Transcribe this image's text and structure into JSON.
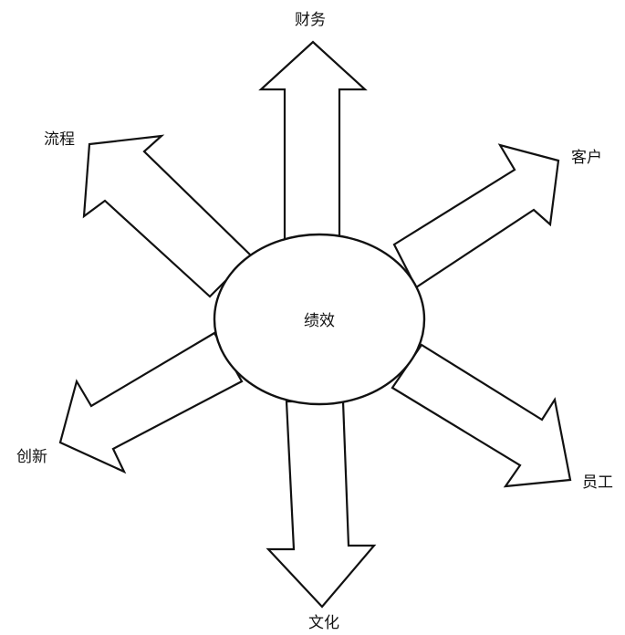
{
  "diagram": {
    "center_label": "绩效",
    "nodes": {
      "finance": "财务",
      "customer": "客户",
      "process": "流程",
      "innovation": "创新",
      "employee": "员工",
      "culture": "文化"
    },
    "colors": {
      "stroke": "#111111",
      "fill": "#ffffff"
    }
  }
}
